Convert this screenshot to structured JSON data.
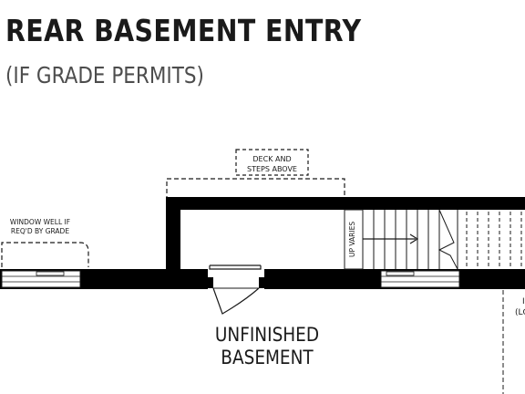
{
  "header": {
    "title": "REAR BASEMENT ENTRY",
    "subtitle": "(IF GRADE PERMITS)"
  },
  "labels": {
    "deck_line1": "DECK AND",
    "deck_line2": "STEPS ABOVE",
    "window_line1": "WINDOW WELL IF",
    "window_line2": "REQ'D BY GRADE",
    "up_varies": "UP VARIES",
    "room_line1": "UNFINISHED",
    "room_line2": "BASEMENT",
    "cut_right_top": "I",
    "cut_right_bottom": "(LC"
  },
  "colors": {
    "wall": "#000000",
    "line": "#1a1a1a",
    "background": "#ffffff"
  }
}
